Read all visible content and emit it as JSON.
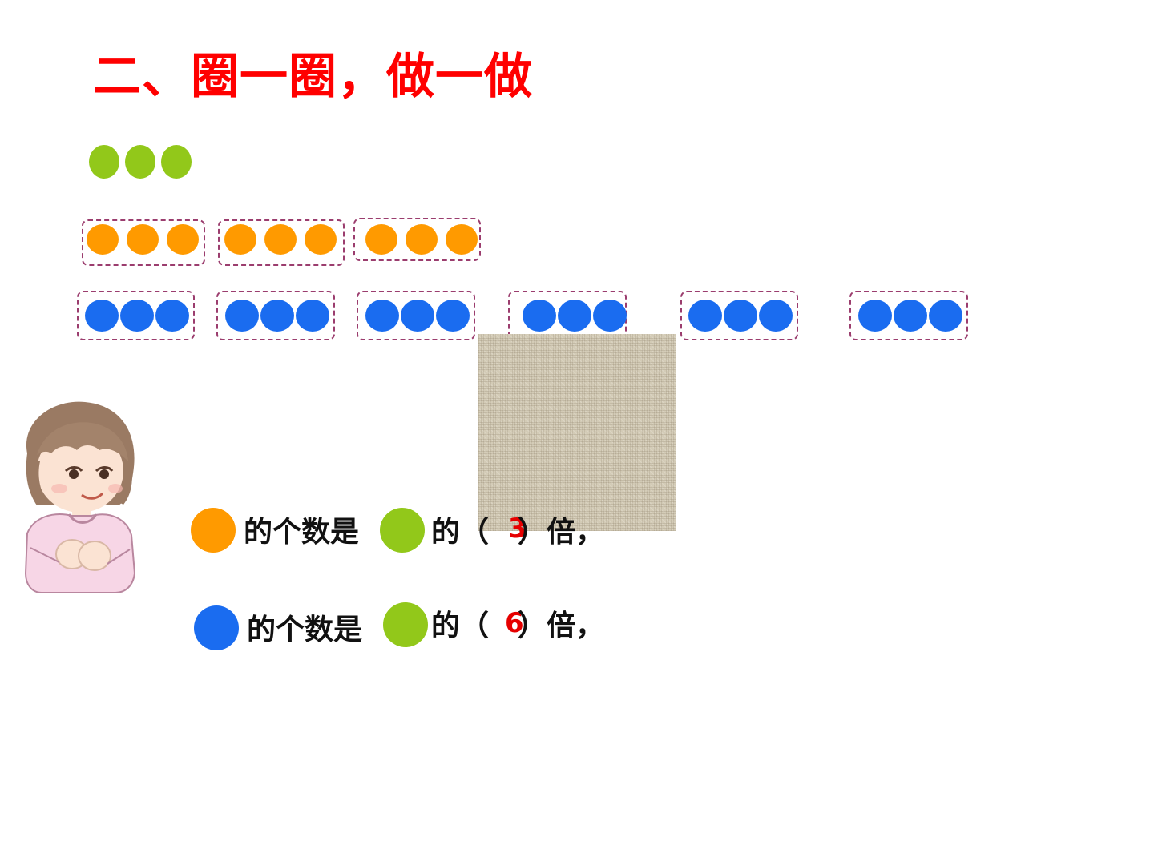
{
  "title": "二、圈一圈，做一做",
  "colors": {
    "title": "#ff0000",
    "green": "#92c81a",
    "orange": "#ff9a00",
    "blue": "#1a6cf0",
    "group_border": "#9b3d6e",
    "answer": "#e60000"
  },
  "rows": {
    "green": {
      "count": 3
    },
    "orange": {
      "groups": 3,
      "per_group": 3
    },
    "blue": {
      "groups": 6,
      "per_group": 3
    }
  },
  "statements": [
    {
      "subject_icon": "orange-circle",
      "text_a": "的个数是",
      "ref_icon": "green-circle",
      "text_b": "的（",
      "answer": "3",
      "text_c": "）倍，"
    },
    {
      "subject_icon": "blue-circle",
      "text_a": "的个数是",
      "ref_icon": "green-circle",
      "text_b": "的（",
      "answer": "6",
      "text_c": "）倍，"
    }
  ],
  "icons": {
    "girl": "girl-illustration-icon",
    "texture": "burlap-texture-patch"
  }
}
